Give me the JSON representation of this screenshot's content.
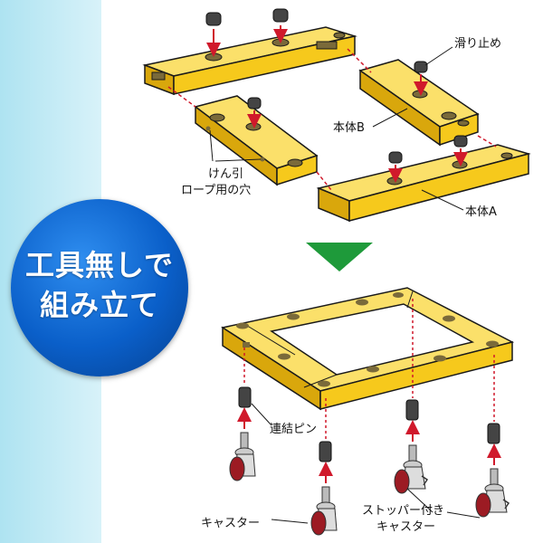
{
  "badge": {
    "line1": "工具無しで",
    "line2": "組み立て"
  },
  "labels": {
    "slip_stopper": "滑り止め",
    "body_b": "本体B",
    "rope_hole_line1": "けん引",
    "rope_hole_line2": "ロープ用の穴",
    "body_a": "本体A",
    "connecting_pin": "連結ピン",
    "caster": "キャスター",
    "stopper_caster_line1": "ストッパー付き",
    "stopper_caster_line2": "キャスター"
  },
  "colors": {
    "frame_yellow": "#f6c91c",
    "frame_shadow": "#d9a70c",
    "outline": "#1a1a1a",
    "hole": "#7a6a3a",
    "arrow_red": "#d0192b",
    "down_arrow_green": "#1e9a3a",
    "band_blue": "#bfe9f4",
    "badge_blue": "#0a5fc9"
  }
}
